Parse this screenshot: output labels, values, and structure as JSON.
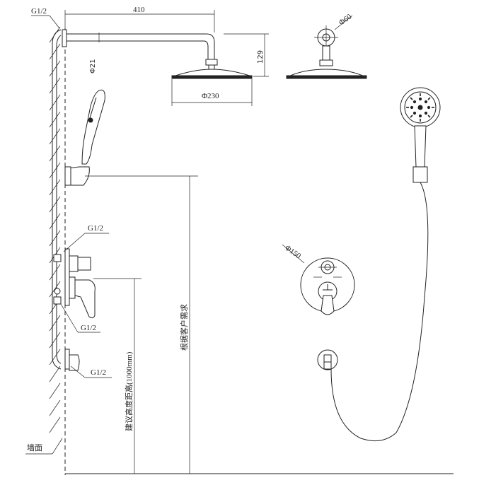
{
  "labels": {
    "top_pipe_thread": "G1/2",
    "arm_length": "410",
    "arm_diameter": "Φ21",
    "drop_height": "129",
    "head_diameter": "Φ230",
    "flange_diameter": "Φ60",
    "valve_plate_diameter": "Φ150",
    "valve_thread_upper": "G1/2",
    "valve_thread_lower": "G1/2",
    "outlet_thread": "G1/2",
    "recommended_height": "建议高度距离(1000mm)",
    "customer_requirement": "根据客户需求",
    "wall": "墙面"
  }
}
